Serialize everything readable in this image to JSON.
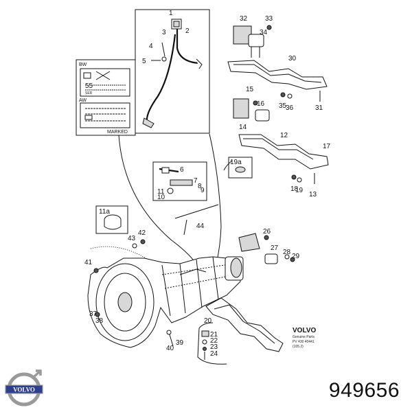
{
  "callouts": {
    "c1": "1",
    "c2": "2",
    "c3": "3",
    "c4": "4",
    "c5": "5",
    "c6": "6",
    "c7": "7",
    "c8": "8",
    "c9": "9",
    "c10": "10",
    "c11": "11",
    "c11a": "11a",
    "c12": "12",
    "c13": "13",
    "c14": "14",
    "c15": "15",
    "c16": "16",
    "c17": "17",
    "c18": "18",
    "c19": "19",
    "c19a": "19a",
    "c20": "20",
    "c21": "21",
    "c22": "22",
    "c23": "23",
    "c24": "24",
    "c26": "26",
    "c27": "27",
    "c28": "28",
    "c29": "29",
    "c30": "30",
    "c31": "31",
    "c32": "32",
    "c33": "33",
    "c34": "34",
    "c35": "35",
    "c36": "36",
    "c37": "37",
    "c38": "38",
    "c39": "39",
    "c40": "40",
    "c41": "41",
    "c42": "42",
    "c43": "43",
    "c44": "44"
  },
  "plate": {
    "bw": "BW",
    "aw": "AW",
    "marked": "MARKED",
    "num55": "55",
    "ser": "SER"
  },
  "genuine": {
    "brand": "VOLVO",
    "line1": "Genuine Parts",
    "line2": "PV 430 40441",
    "line3": "(105.2)"
  },
  "logo_text": "VOLVO",
  "part_number": "949656",
  "colors": {
    "ink": "#111111",
    "logo_ring": "#9a9a9a",
    "logo_band": "#2f3f8f"
  }
}
